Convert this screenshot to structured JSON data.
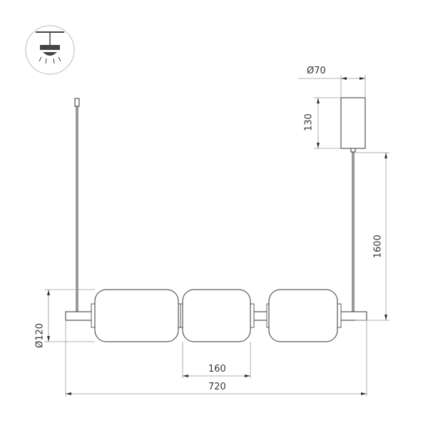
{
  "icon": {
    "name": "ceiling-mount-pendant-icon"
  },
  "dimensions": {
    "canopy_diameter": "Ø70",
    "canopy_height": "130",
    "suspension_length": "1600",
    "shade_diameter": "Ø120",
    "shade_spacing": "160",
    "total_length": "720"
  },
  "colors": {
    "line": "#333333",
    "dim_line": "#999999",
    "icon_border": "#bbbbbb",
    "icon_fill": "#444444"
  }
}
